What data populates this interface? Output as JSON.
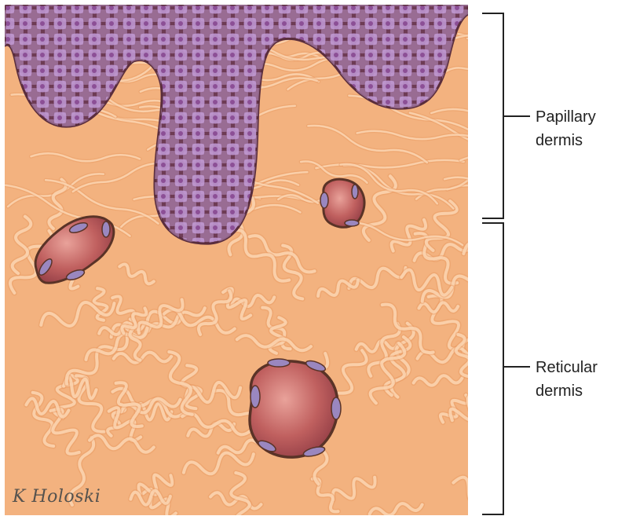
{
  "figure": {
    "layers": [
      {
        "id": "papillary",
        "label_lines": [
          "Papillary",
          "dermis"
        ]
      },
      {
        "id": "reticular",
        "label_lines": [
          "Reticular",
          "dermis"
        ]
      }
    ],
    "signature": "K Holoski"
  },
  "colors": {
    "dermis_base": "#f3b27f",
    "fiber_light": "#fbd6b3",
    "fiber_shadow": "#e89a62",
    "epidermis": "#6e3c55",
    "cell_fill": "#b58cc4",
    "vessel_lumen": "#b95a5c",
    "vessel_wall": "#5a3327",
    "bracket": "#222222"
  }
}
